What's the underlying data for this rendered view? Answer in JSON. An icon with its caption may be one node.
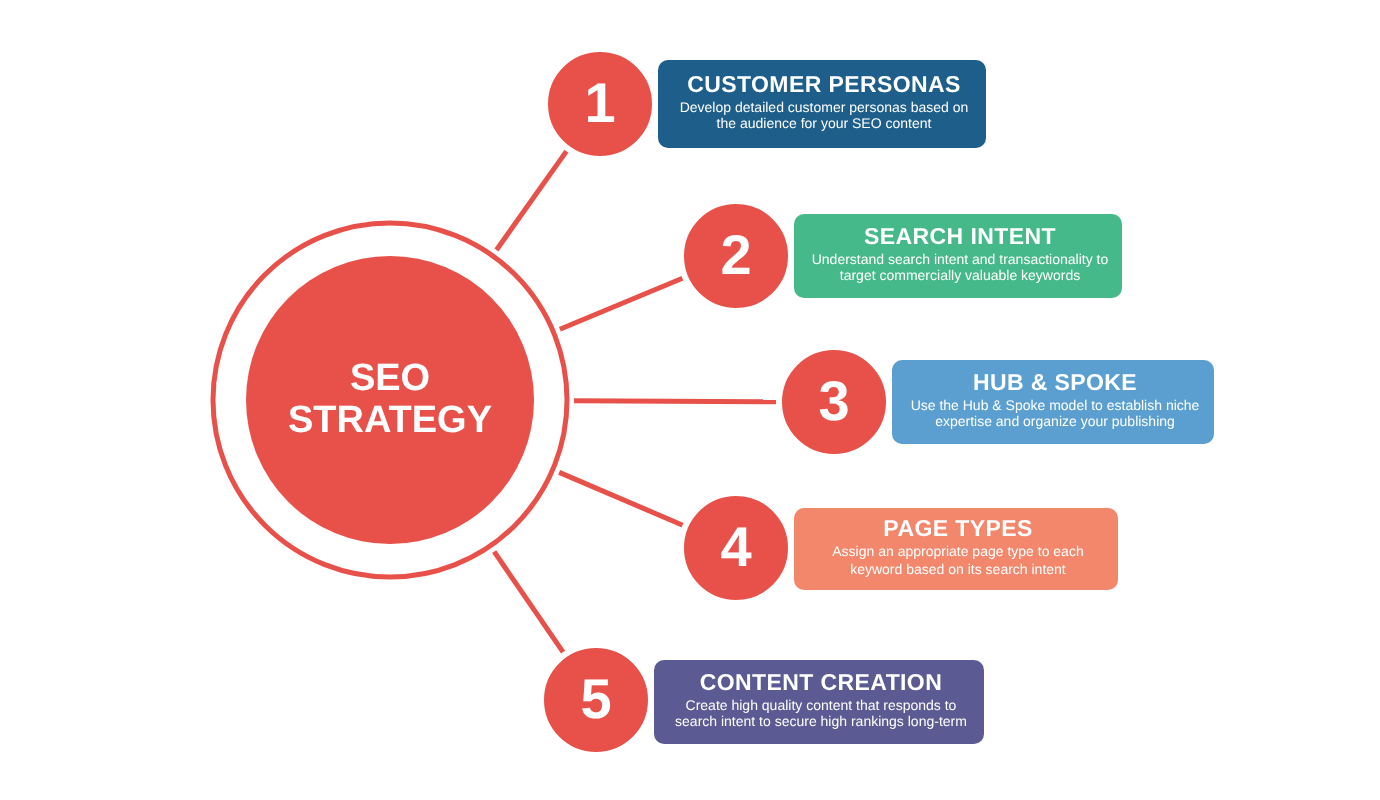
{
  "diagram": {
    "nodes": [
      {
        "text": [
          "SEO STRATEGY"
        ]
      },
      {
        "text": [
          "1"
        ]
      },
      {
        "text": [
          "CUSTOMER PERSONAS",
          "Develop detailed customer personas based on the audience for your SEO content"
        ]
      },
      {
        "text": [
          "2"
        ]
      },
      {
        "text": [
          "SEARCH INTENT",
          "Understand search intent and transactionality to target commercially valuable keywords"
        ]
      },
      {
        "text": [
          "3"
        ]
      },
      {
        "text": [
          "HUB & SPOKE",
          "Use the Hub & Spoke model to establish niche expertise and organize your publishing"
        ]
      },
      {
        "text": [
          "4"
        ]
      },
      {
        "text": [
          "PAGE TYPES",
          "Assign an appropriate page type to each keyword based on its search intent"
        ]
      },
      {
        "text": [
          "5"
        ]
      },
      {
        "text": [
          "CONTENT CREATION",
          "Create high quality content that responds to search intent to secure high rankings long-term"
        ]
      }
    ],
    "edges": [
      {
        "from": 0,
        "to": 1,
        "arrow": "none"
      },
      {
        "from": 0,
        "to": 3,
        "arrow": "none"
      },
      {
        "from": 0,
        "to": 5,
        "arrow": "none"
      },
      {
        "from": 0,
        "to": 7,
        "arrow": "none"
      },
      {
        "from": 0,
        "to": 9,
        "arrow": "none"
      }
    ]
  }
}
